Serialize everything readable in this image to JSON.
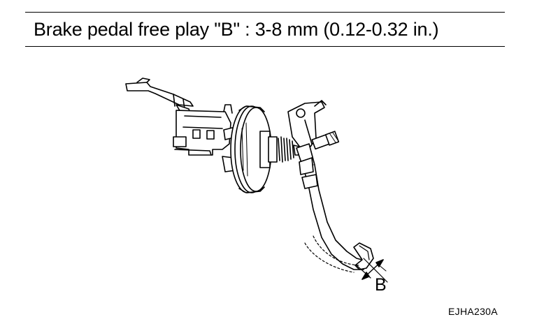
{
  "header": {
    "title": "Brake pedal free play \"B\" : 3-8 mm (0.12-0.32 in.)"
  },
  "figure": {
    "callout_letter": "B",
    "code": "EJHA230A"
  }
}
